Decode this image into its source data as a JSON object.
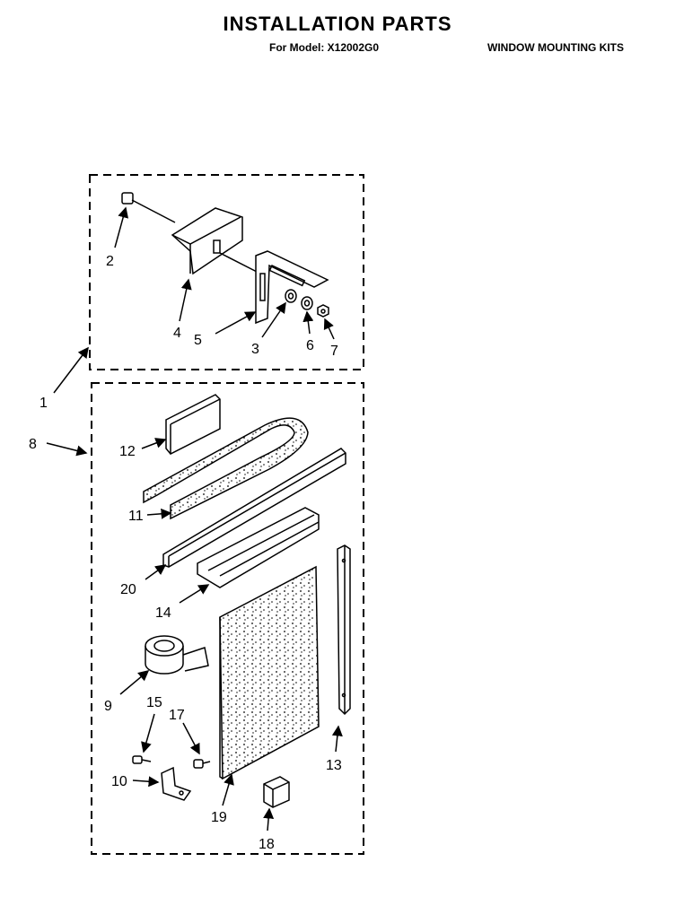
{
  "header": {
    "title": "INSTALLATION PARTS",
    "model_line": "For Model: X12002G0",
    "section": "WINDOW MOUNTING KITS"
  },
  "labels": {
    "p1": "1",
    "p2": "2",
    "p3": "3",
    "p4": "4",
    "p5": "5",
    "p6": "6",
    "p7": "7",
    "p8": "8",
    "p9": "9",
    "p10": "10",
    "p11": "11",
    "p12": "12",
    "p13": "13",
    "p14": "14",
    "p15": "15",
    "p17": "17",
    "p18": "18",
    "p19": "19",
    "p20": "20"
  }
}
